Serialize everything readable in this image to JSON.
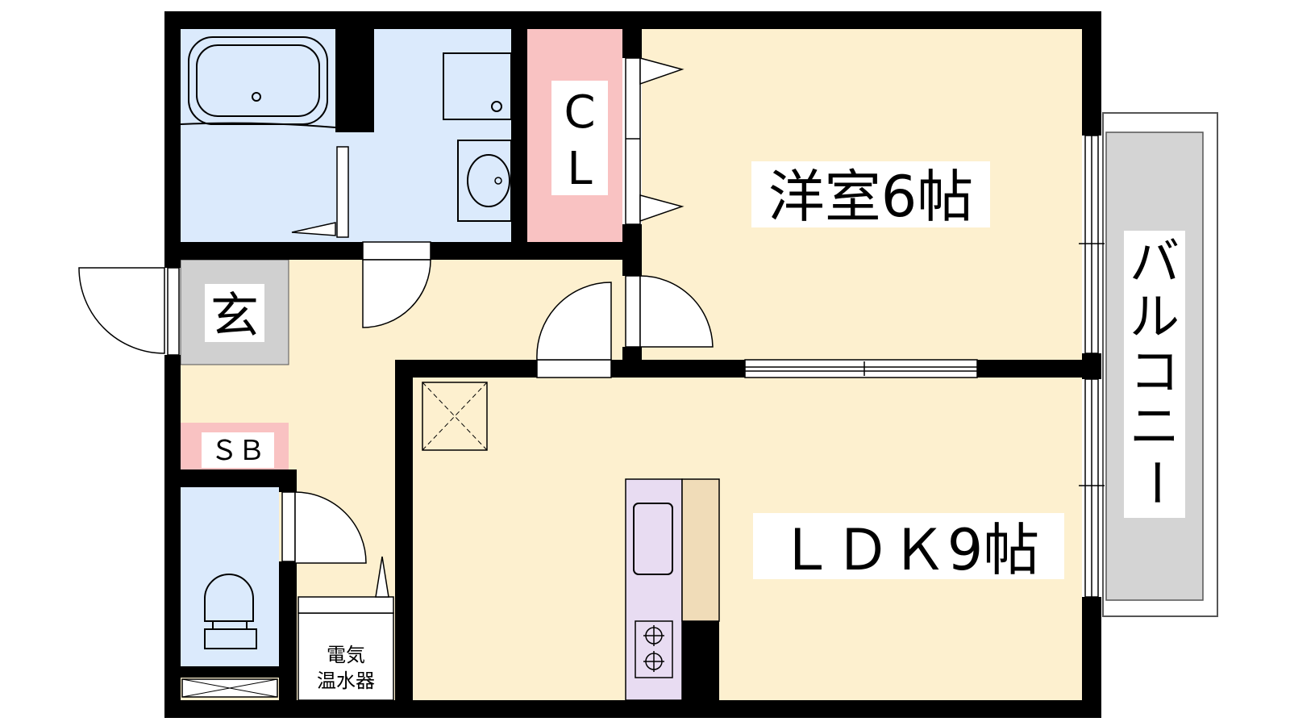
{
  "rooms": {
    "western": "洋室6帖",
    "ldk": "ＬＤＫ9帖",
    "closet": {
      "line1": "C",
      "line2": "L"
    },
    "entrance": "玄",
    "shoebox": "ＳＢ",
    "water_heater": {
      "line1": "電気",
      "line2": "温水器"
    },
    "balcony": [
      "バ",
      "ル",
      "コ",
      "ニ",
      "ー"
    ]
  },
  "colors": {
    "wall": "#000000",
    "wet_area": "#dbeafc",
    "living": "#fdf0cf",
    "closet": "#f9c2c2",
    "entrance": "#d0d0d0",
    "kitchen": "#e8dcf2",
    "counter": "#f0dcb8",
    "balcony": "#d4d4d4"
  }
}
